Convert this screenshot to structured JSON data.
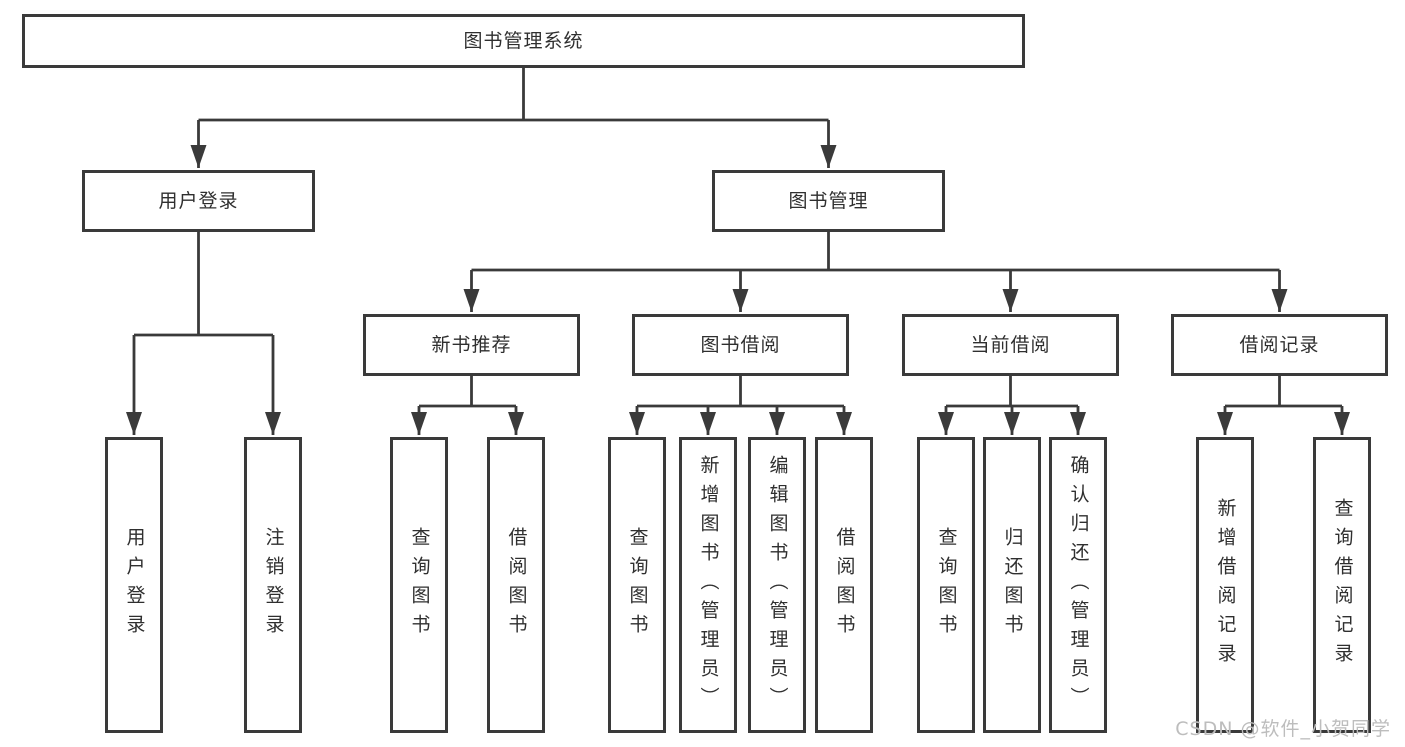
{
  "diagram": {
    "title": "图书管理系统",
    "level2": {
      "user_login": "用户登录",
      "book_mgmt": "图书管理"
    },
    "level3": {
      "new_rec": "新书推荐",
      "borrow": "图书借阅",
      "current": "当前借阅",
      "records": "借阅记录"
    },
    "leaves": {
      "login": "用户登录",
      "logout": "注销登录",
      "rec_query": "查询图书",
      "rec_borrow": "借阅图书",
      "bor_query": "查询图书",
      "bor_add": "新增图书（管理员）",
      "bor_edit": "编辑图书（管理员）",
      "bor_borrow": "借阅图书",
      "cur_query": "查询图书",
      "cur_return": "归还图书",
      "cur_confirm": "确认归还（管理员）",
      "hist_add": "新增借阅记录",
      "hist_query": "查询借阅记录"
    },
    "watermark": "CSDN @软件_小贺同学",
    "colors": {
      "line": "#3a3a3a",
      "text": "#2f2f2f",
      "watermark": "#bdbdbd",
      "box_bg": "#ffffff"
    }
  }
}
